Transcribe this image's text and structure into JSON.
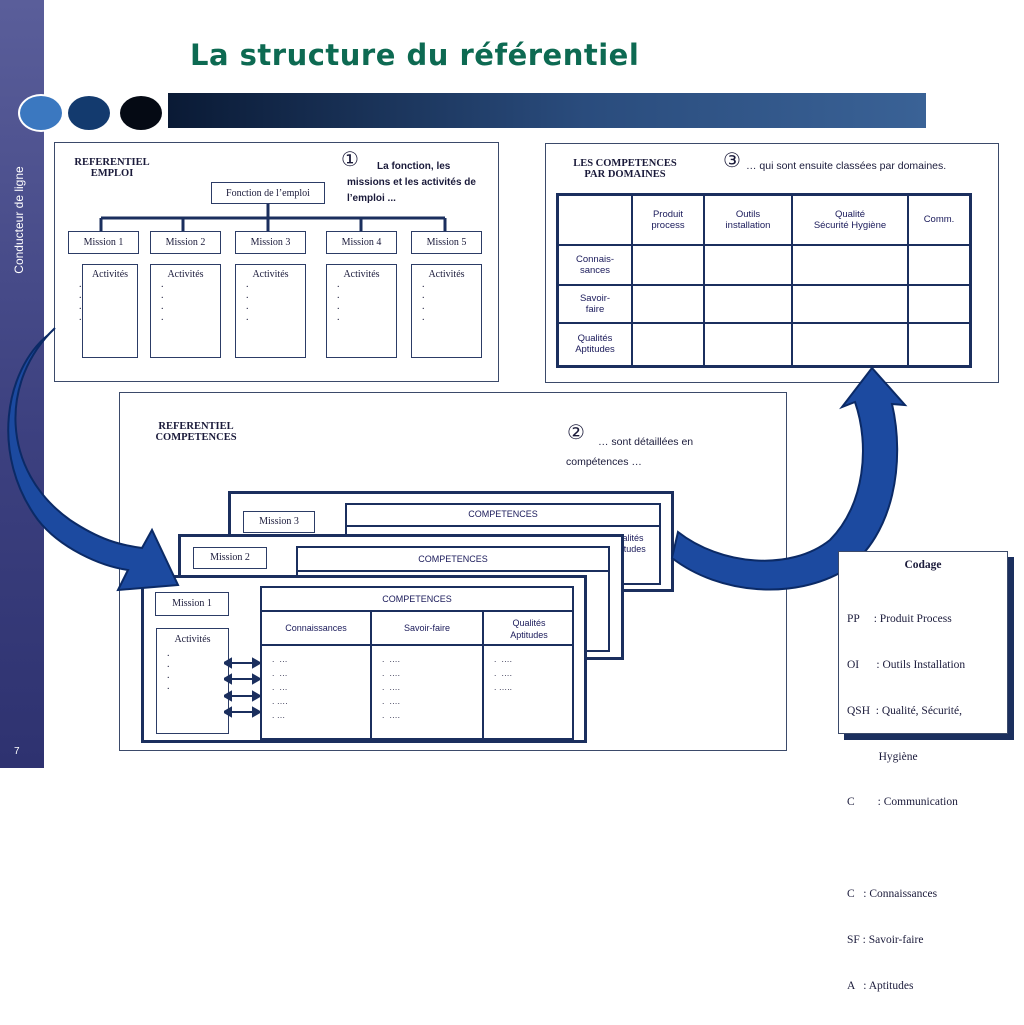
{
  "sidebar": {
    "label": "Conducteur de ligne",
    "page_number": "7"
  },
  "title": "La structure du référentiel",
  "colors": {
    "title": "#0d6a52",
    "dark_navy": "#1b2f5e",
    "sidebar": "#3d4180"
  },
  "emploi": {
    "heading": "REFERENTIEL\nEMPLOI",
    "root": "Fonction de l’emploi",
    "step_marker": "①",
    "step_text": "La fonction, les missions et les activités de l’emploi ...",
    "missions": [
      {
        "label": "Mission 1",
        "activities": "Activités"
      },
      {
        "label": "Mission 2",
        "activities": "Activités"
      },
      {
        "label": "Mission 3",
        "activities": "Activités"
      },
      {
        "label": "Mission 4",
        "activities": "Activités"
      },
      {
        "label": "Mission 5",
        "activities": "Activités"
      }
    ],
    "bullet_dots": ".\n.\n.\n."
  },
  "domaines": {
    "heading": "LES COMPETENCES\nPAR DOMAINES",
    "step_marker": "③",
    "step_text": "… qui sont ensuite classées par domaines.",
    "columns": [
      "Produit\nprocess",
      "Outils\ninstallation",
      "Qualité\nSécurité  Hygiène",
      "Comm."
    ],
    "rows": [
      "Connais-\nsances",
      "Savoir-\nfaire",
      "Qualités\nAptitudes"
    ]
  },
  "competences": {
    "heading": "REFERENTIEL\nCOMPETENCES",
    "step_marker": "②",
    "step_text": "… sont détaillées en compétences …",
    "cards": [
      {
        "mission": "Mission 3",
        "header": "COMPETENCES",
        "partial": "Qualités\nAptitudes"
      },
      {
        "mission": "Mission 2",
        "header": "COMPETENCES"
      },
      {
        "mission": "Mission 1",
        "header": "COMPETENCES"
      }
    ],
    "front_columns": [
      "Connaissances",
      "Savoir-faire",
      "Qualités\nAptitudes"
    ],
    "front_activities": "Activités",
    "front_dots": ".\n.\n.\n.",
    "col1_items": ".  …\n.  …\n.  …\n. ….\n. …",
    "col2_items": ".  ….\n.  ….\n.  ….\n.  ….\n.  ….",
    "col3_items": ".  ….\n.  ….\n. ….."
  },
  "codage": {
    "title": "Codage",
    "lines": [
      "PP     : Produit Process",
      "OI      : Outils Installation",
      "QSH  : Qualité, Sécurité,",
      "           Hygiène",
      "C        : Communication",
      "",
      "C   : Connaissances",
      "SF : Savoir-faire",
      "A   : Aptitudes"
    ]
  }
}
